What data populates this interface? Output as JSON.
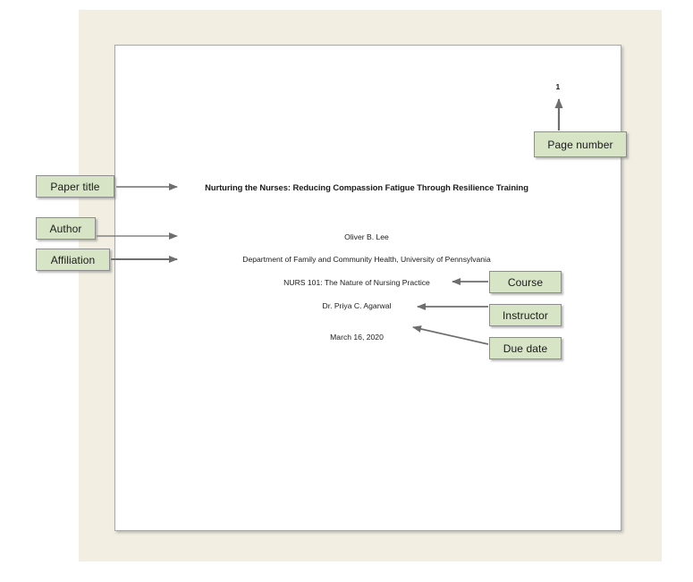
{
  "document": {
    "page_number": "1",
    "title": "Nurturing the Nurses: Reducing Compassion Fatigue Through Resilience Training",
    "author": "Oliver B. Lee",
    "affiliation": "Department of Family and Community Health, University of Pennsylvania",
    "course": "NURS 101: The Nature of Nursing Practice",
    "instructor": "Dr. Priya C. Agarwal",
    "due_date": "March 16, 2020"
  },
  "callouts": {
    "paper_title": "Paper title",
    "author": "Author",
    "affiliation": "Affiliation",
    "page_number": "Page number",
    "course": "Course",
    "instructor": "Instructor",
    "due_date": "Due date"
  },
  "colors": {
    "backdrop": "#f2efe2",
    "page": "#ffffff",
    "page_border": "#a8a8a8",
    "callout_fill": "#d7e4c6",
    "callout_border": "#8d8d8d",
    "arrow": "#6e6e6e",
    "text": "#1b1b1b"
  }
}
